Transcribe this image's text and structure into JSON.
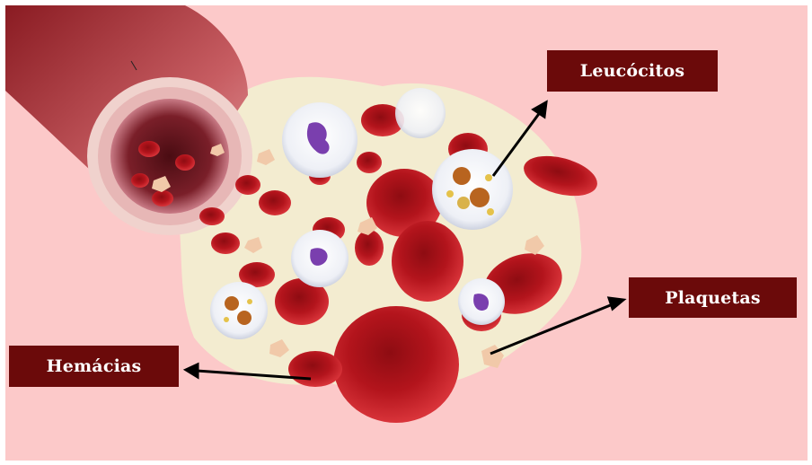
{
  "labels": {
    "leucocitos": "Leucócitos",
    "plaquetas": "Plaquetas",
    "hemacias": "Hemácias"
  },
  "colors": {
    "background": "#fcc9c9",
    "label_background": "#6b0a0a",
    "label_text": "#ffffff",
    "arrow": "#000000",
    "red_cell": "#b3141c",
    "plasma": "#f3ecd0"
  },
  "icons": {
    "blood_vessel": "vessel-cross-section-icon",
    "red_blood_cell": "red-blood-cell-icon",
    "white_blood_cell": "white-blood-cell-icon",
    "platelet": "platelet-icon"
  }
}
